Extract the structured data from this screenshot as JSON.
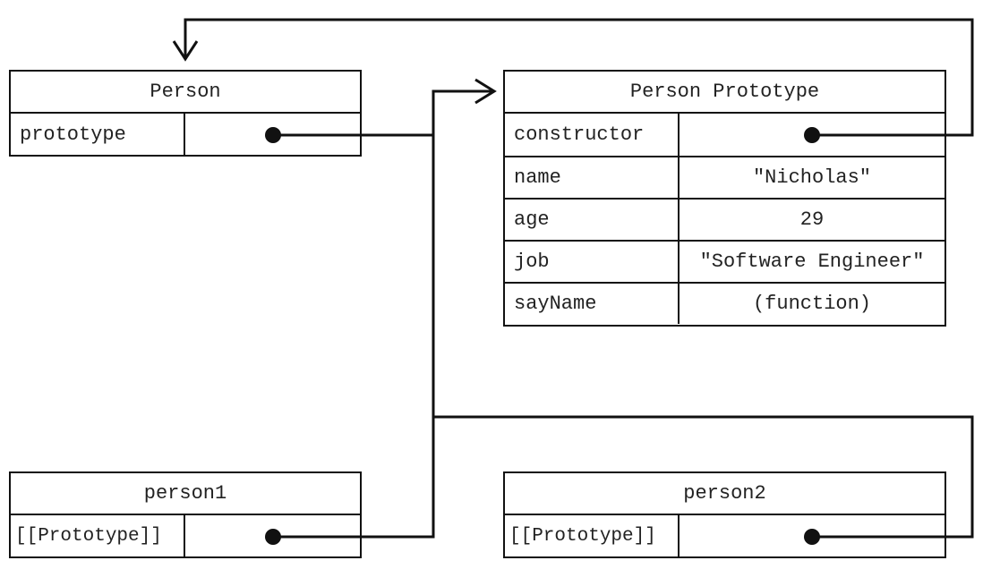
{
  "person": {
    "title": "Person",
    "rows": [
      {
        "key": "prototype",
        "value": ""
      }
    ]
  },
  "person_prototype": {
    "title": "Person Prototype",
    "rows": [
      {
        "key": "constructor",
        "value": ""
      },
      {
        "key": "name",
        "value": "\"Nicholas\""
      },
      {
        "key": "age",
        "value": "29"
      },
      {
        "key": "job",
        "value": "\"Software Engineer\""
      },
      {
        "key": "sayName",
        "value": "(function)"
      }
    ]
  },
  "person1": {
    "title": "person1",
    "rows": [
      {
        "key": "[[Prototype]]",
        "value": ""
      }
    ]
  },
  "person2": {
    "title": "person2",
    "rows": [
      {
        "key": "[[Prototype]]",
        "value": ""
      }
    ]
  },
  "colors": {
    "line": "#111111",
    "text": "#222222",
    "background": "#ffffff"
  }
}
